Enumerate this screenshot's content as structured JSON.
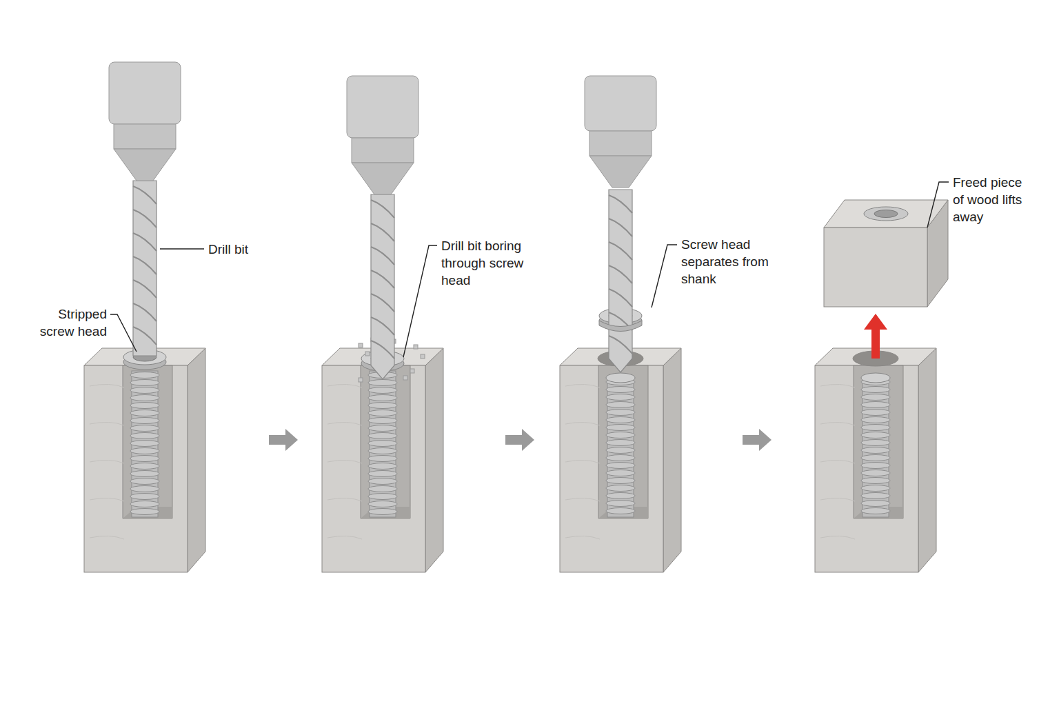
{
  "diagram": {
    "labels": [
      "Drill bit",
      "Stripped screw head",
      "Drill bit boring through screw head",
      "Screw head separates from shank",
      "Freed piece of wood lifts away"
    ]
  }
}
